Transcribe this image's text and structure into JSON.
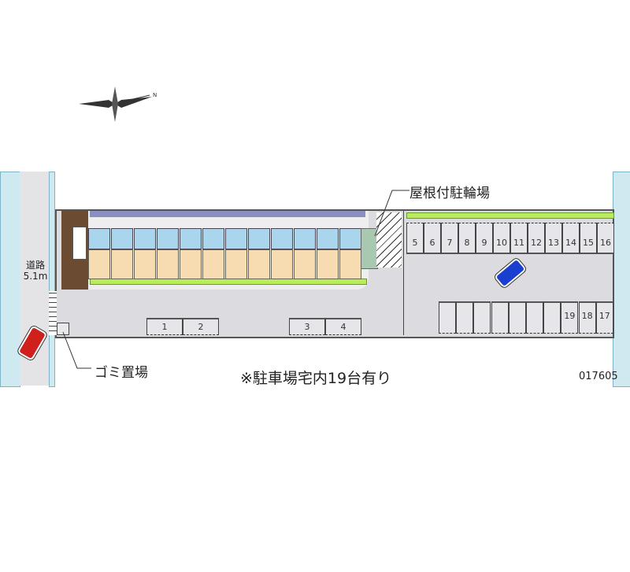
{
  "compass": {
    "north_label": "N"
  },
  "road": {
    "label": "道路",
    "width": "5.1m"
  },
  "labels": {
    "bike_shelter": "屋根付駐輪場",
    "garbage": "ゴミ置場",
    "note": "※駐車場宅内19台有り",
    "property_id": "017605"
  },
  "parking": {
    "front": [
      "1",
      "2",
      "3",
      "4"
    ],
    "top_row": [
      "5",
      "6",
      "7",
      "8",
      "9",
      "10",
      "11",
      "12",
      "13",
      "14",
      "15",
      "16"
    ],
    "bottom_row": [
      "",
      "",
      "",
      "",
      "",
      "",
      "",
      "19",
      "18",
      "17"
    ]
  },
  "colors": {
    "road": "#cfe9f1",
    "lot": "#dcdce0",
    "unit_top": "#a9d6ec",
    "unit_bottom": "#f6dcb0",
    "hedge": "#b8ec5a",
    "car_red": "#d0201c",
    "car_blue": "#1a3fd0"
  }
}
